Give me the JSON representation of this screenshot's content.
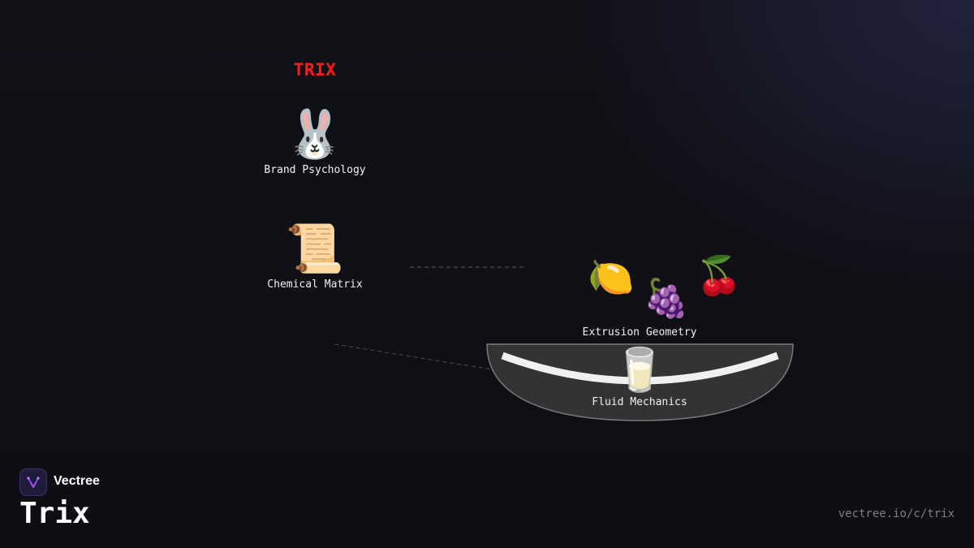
{
  "diagram": {
    "title": "TRIX",
    "nodes": {
      "brand_psychology": {
        "icon": "rabbit-icon",
        "emoji": "🐰",
        "label": "Brand Psychology"
      },
      "chemical_matrix": {
        "icon": "scroll-icon",
        "emoji": "📜",
        "label": "Chemical Matrix"
      },
      "extrusion_geometry": {
        "label": "Extrusion Geometry",
        "fruits": [
          {
            "icon": "lemon-icon",
            "emoji": "🍋"
          },
          {
            "icon": "grapes-icon",
            "emoji": "🍇"
          },
          {
            "icon": "cherries-icon",
            "emoji": "🍒"
          }
        ]
      },
      "fluid_mechanics": {
        "icon": "milk-glass-icon",
        "emoji": "🥛",
        "label": "Fluid Mechanics"
      }
    },
    "colors": {
      "title": "#ff1a1a",
      "bowl_fill": "#333333",
      "bowl_stroke": "#7a7a7a",
      "milk": "#f0f0f0",
      "connector": "#5a5a62"
    }
  },
  "footer": {
    "brand": "Vectree",
    "title": "Trix",
    "url": "vectree.io/c/trix"
  }
}
